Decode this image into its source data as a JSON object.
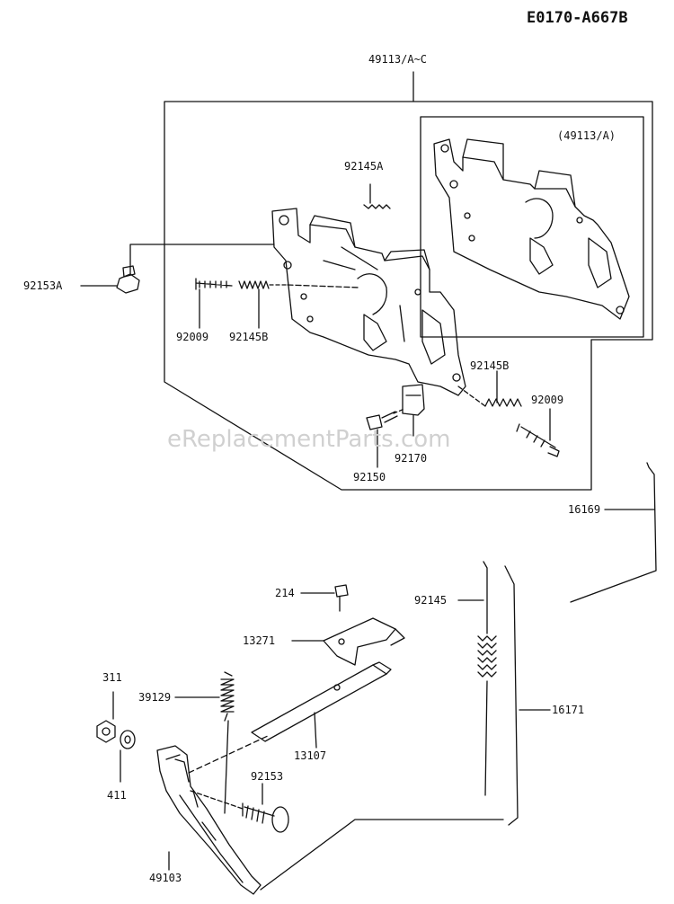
{
  "diagram": {
    "code": "E0170-A667B",
    "watermark": "eReplacementParts.com",
    "inset_label": "(49113/A)",
    "parts": {
      "p49113": "49113/A~C",
      "p92145A": "92145A",
      "p92153A": "92153A",
      "p92009a": "92009",
      "p92145Ba": "92145B",
      "p92145Bb": "92145B",
      "p92009b": "92009",
      "p92170": "92170",
      "p92150": "92150",
      "p16169": "16169",
      "p214": "214",
      "p92145": "92145",
      "p13271": "13271",
      "p311": "311",
      "p39129": "39129",
      "p16171": "16171",
      "p13107": "13107",
      "p411": "411",
      "p92153": "92153",
      "p49103": "49103"
    }
  }
}
